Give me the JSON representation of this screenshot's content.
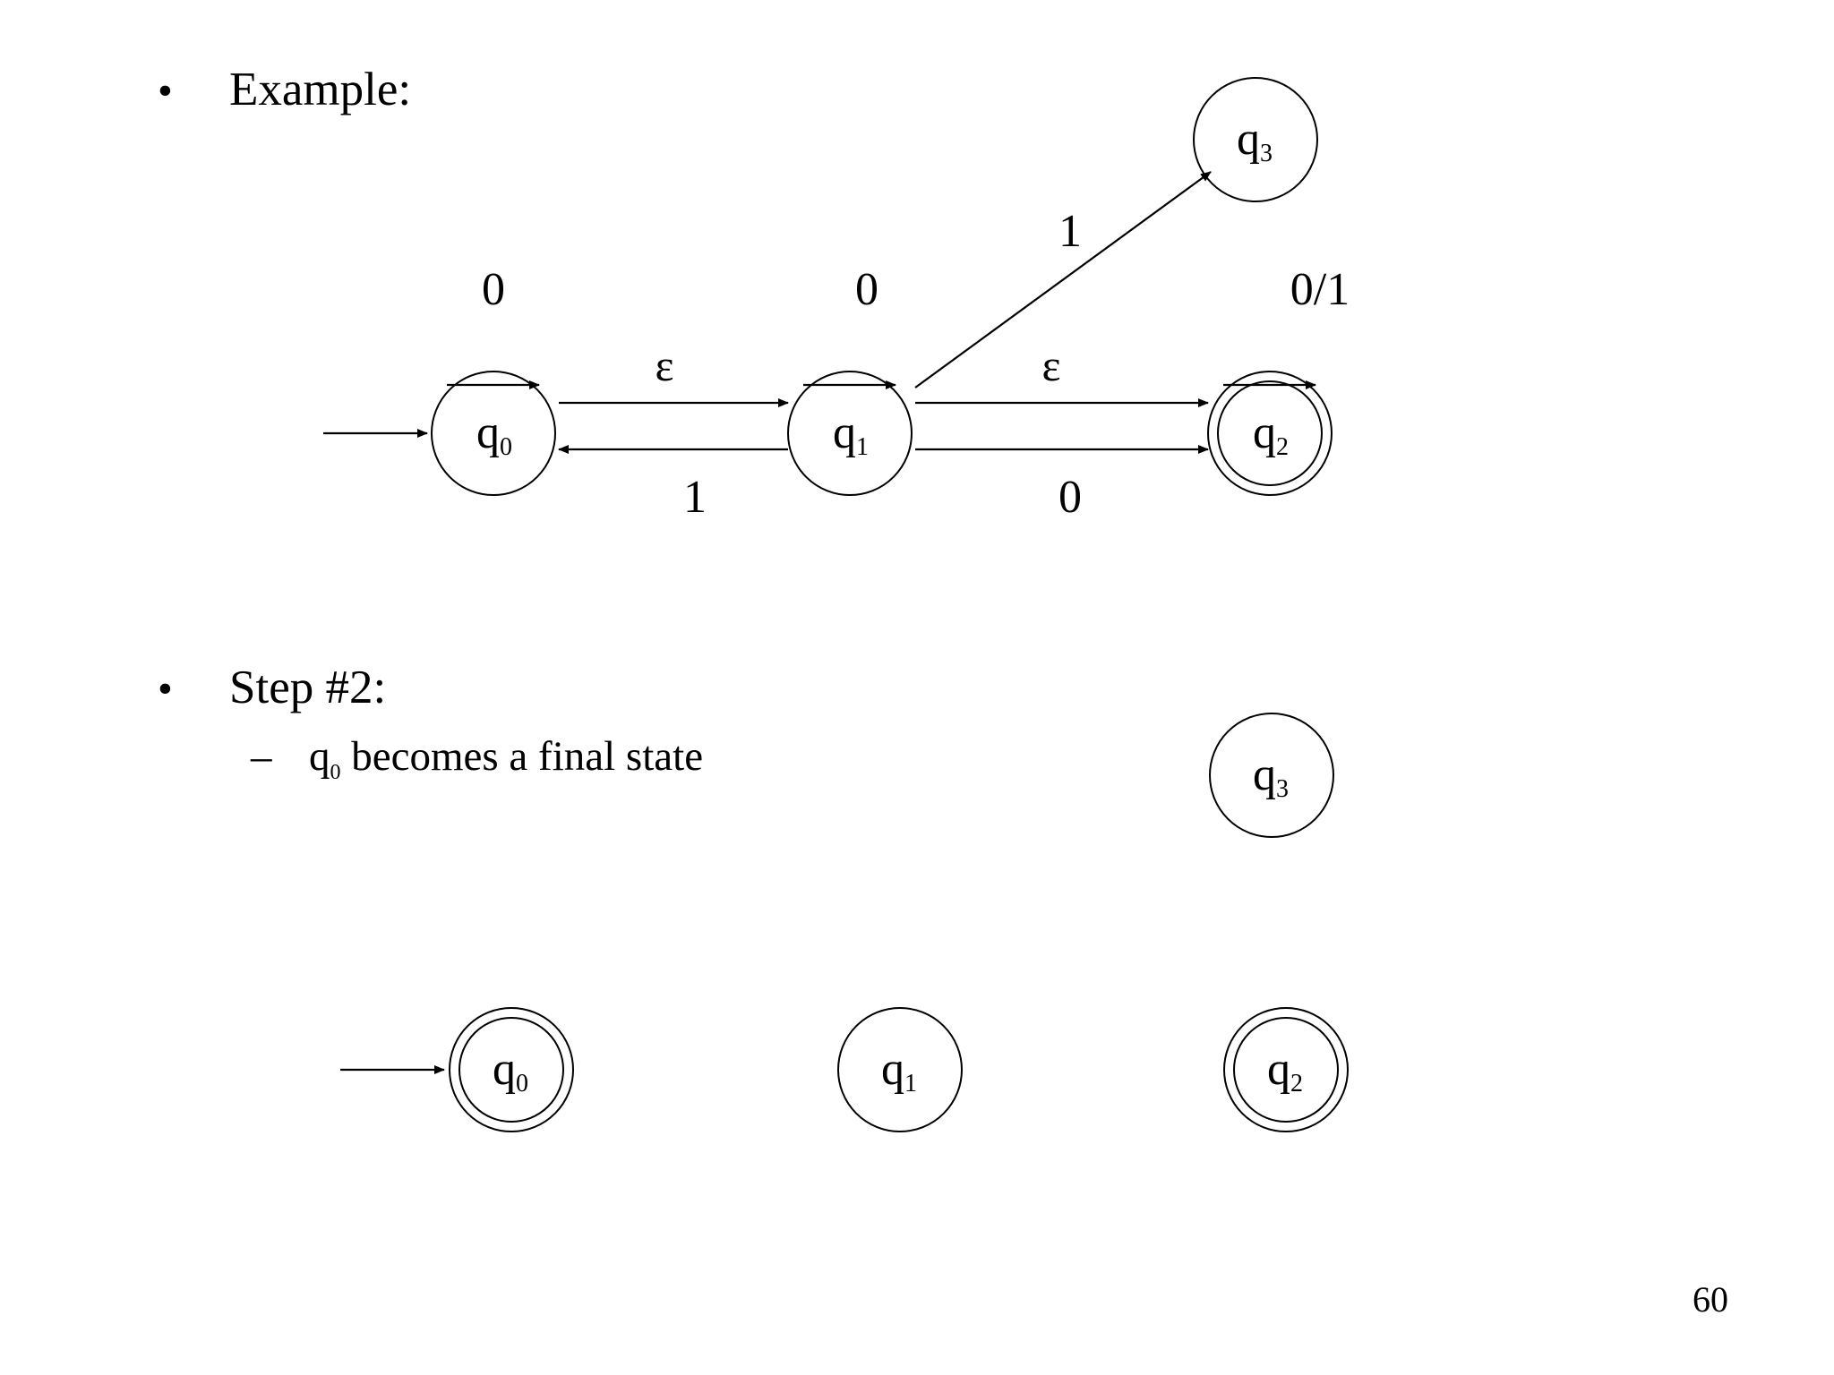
{
  "slide": {
    "bullet_example": "Example:",
    "bullet_step": "Step #2:",
    "sub_bullet": {
      "state": "q",
      "subscript": "0",
      "text": " becomes a final state"
    },
    "page_number": "60",
    "bullet_glyph": "•",
    "dash_glyph": "–"
  },
  "diagram_top": {
    "states": [
      {
        "id": "q0",
        "base": "q",
        "sub": "0",
        "initial": true,
        "final": false
      },
      {
        "id": "q1",
        "base": "q",
        "sub": "1",
        "initial": false,
        "final": false
      },
      {
        "id": "q2",
        "base": "q",
        "sub": "2",
        "initial": false,
        "final": true
      },
      {
        "id": "q3",
        "base": "q",
        "sub": "3",
        "initial": false,
        "final": false
      }
    ],
    "transitions": [
      {
        "from": "q0",
        "to": "q0",
        "label": "0"
      },
      {
        "from": "q1",
        "to": "q1",
        "label": "0"
      },
      {
        "from": "q2",
        "to": "q2",
        "label": "0/1"
      },
      {
        "from": "q0",
        "to": "q1",
        "label": "ε"
      },
      {
        "from": "q1",
        "to": "q0",
        "label": "1"
      },
      {
        "from": "q1",
        "to": "q2",
        "label": "ε"
      },
      {
        "from": "q1",
        "to": "q2",
        "label": "0"
      },
      {
        "from": "q1",
        "to": "q3",
        "label": "1"
      }
    ]
  },
  "diagram_bottom": {
    "states": [
      {
        "id": "q0",
        "base": "q",
        "sub": "0",
        "initial": true,
        "final": true
      },
      {
        "id": "q1",
        "base": "q",
        "sub": "1",
        "initial": false,
        "final": false
      },
      {
        "id": "q2",
        "base": "q",
        "sub": "2",
        "initial": false,
        "final": true
      },
      {
        "id": "q3",
        "base": "q",
        "sub": "3",
        "initial": false,
        "final": false
      }
    ],
    "transitions": []
  }
}
